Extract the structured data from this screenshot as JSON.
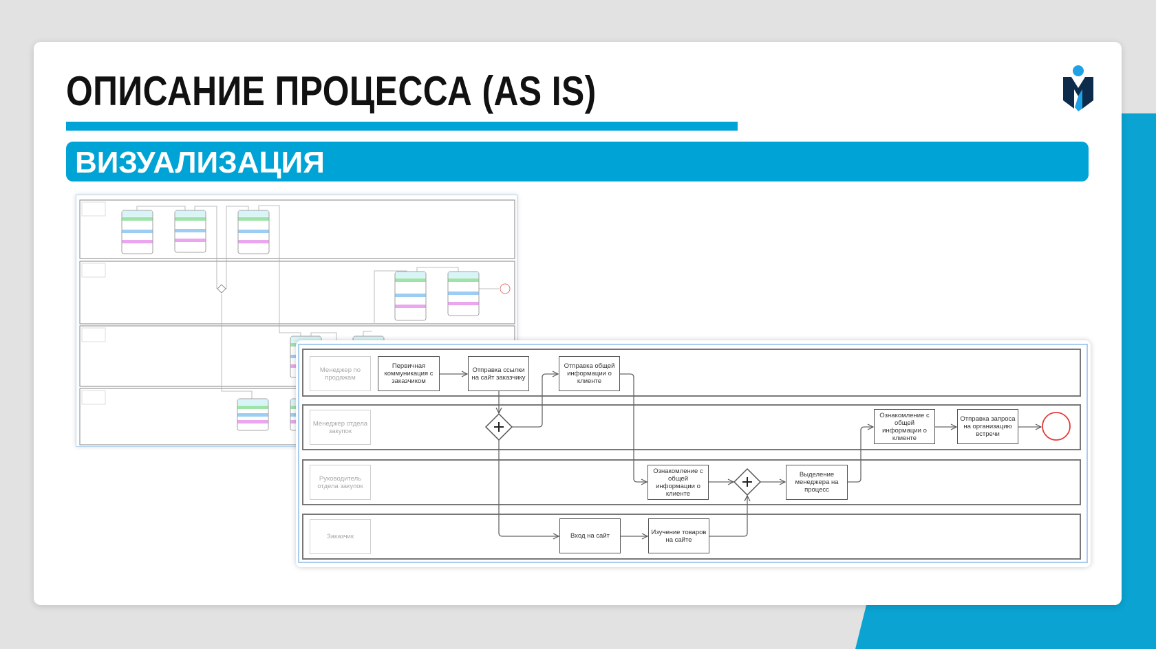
{
  "header": {
    "title": "ОПИСАНИЕ ПРОЦЕССА (AS IS)",
    "section": "ВИЗУАЛИЗАЦИЯ",
    "logo_icon": "shield-person-logo"
  },
  "colors": {
    "accent": "#00a3d6",
    "logo_dark": "#0d2c4b",
    "logo_light": "#1ea1e6",
    "end_event": "#e53935"
  },
  "diagram": {
    "lanes": [
      {
        "label": "Менеджер по продажам"
      },
      {
        "label": "Менеджер отдела закупок"
      },
      {
        "label": "Руководитель отдела закупок"
      },
      {
        "label": "Заказчик"
      }
    ],
    "tasks": [
      {
        "label": "Первичная коммуникация с заказчиком"
      },
      {
        "label": "Отправка ссылки на сайт заказчику"
      },
      {
        "label": "Отправка общей информации о клиенте"
      },
      {
        "label": "Ознакомление с общей информации о клиенте"
      },
      {
        "label": "Выделение менеджера на процесс"
      },
      {
        "label": "Ознакомление с общей информации о клиенте"
      },
      {
        "label": "Отправка запроса на организацию встречи"
      },
      {
        "label": "Вход на сайт"
      },
      {
        "label": "Изучение товаров на сайте"
      }
    ],
    "gateways": [
      "parallel-gateway",
      "parallel-gateway"
    ],
    "end_event": "end-event"
  }
}
